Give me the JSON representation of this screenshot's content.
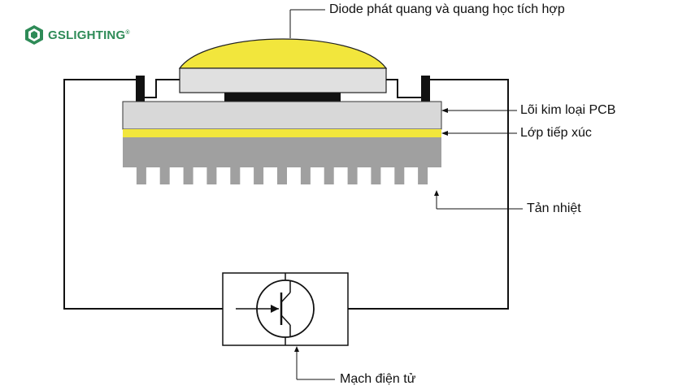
{
  "brand": {
    "name": "GSLIGHTING",
    "registered_mark": "®",
    "color": "#2e8b57"
  },
  "labels": {
    "led_optics": "Diode phát quang và quang học tích hợp",
    "pcb_core": "Lõi kim loại PCB",
    "interface_layer": "Lớp tiếp xúc",
    "heat_sink": "Tản nhiệt",
    "circuit": "Mạch điện tử"
  },
  "colors": {
    "dome": "#f2e63c",
    "interface": "#f2e63c",
    "pcb": "#d8d8d8",
    "lens_base": "#e0e0e0",
    "heatsink": "#a0a0a0",
    "chip": "#111111",
    "wire": "#111111"
  },
  "icons": {
    "logo": "gs-cube-logo-icon",
    "transistor": "transistor-symbol-icon"
  }
}
